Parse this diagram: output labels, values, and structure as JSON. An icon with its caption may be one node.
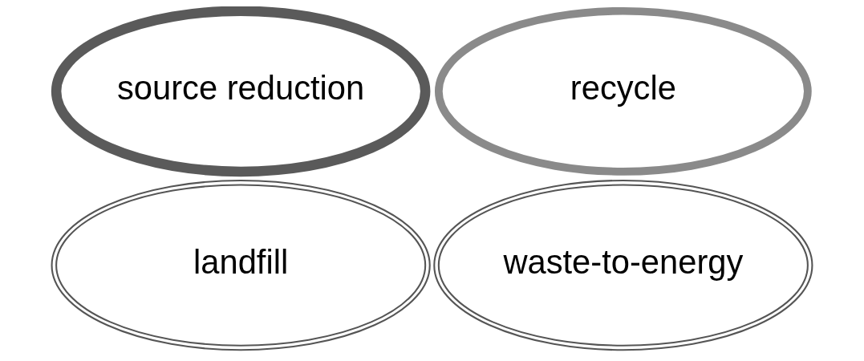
{
  "diagram": {
    "nodes": [
      {
        "text": [
          "source reduction"
        ]
      },
      {
        "text": [
          "recycle"
        ]
      },
      {
        "text": [
          "landfill"
        ]
      },
      {
        "text": [
          "waste-to-energy"
        ]
      }
    ]
  }
}
